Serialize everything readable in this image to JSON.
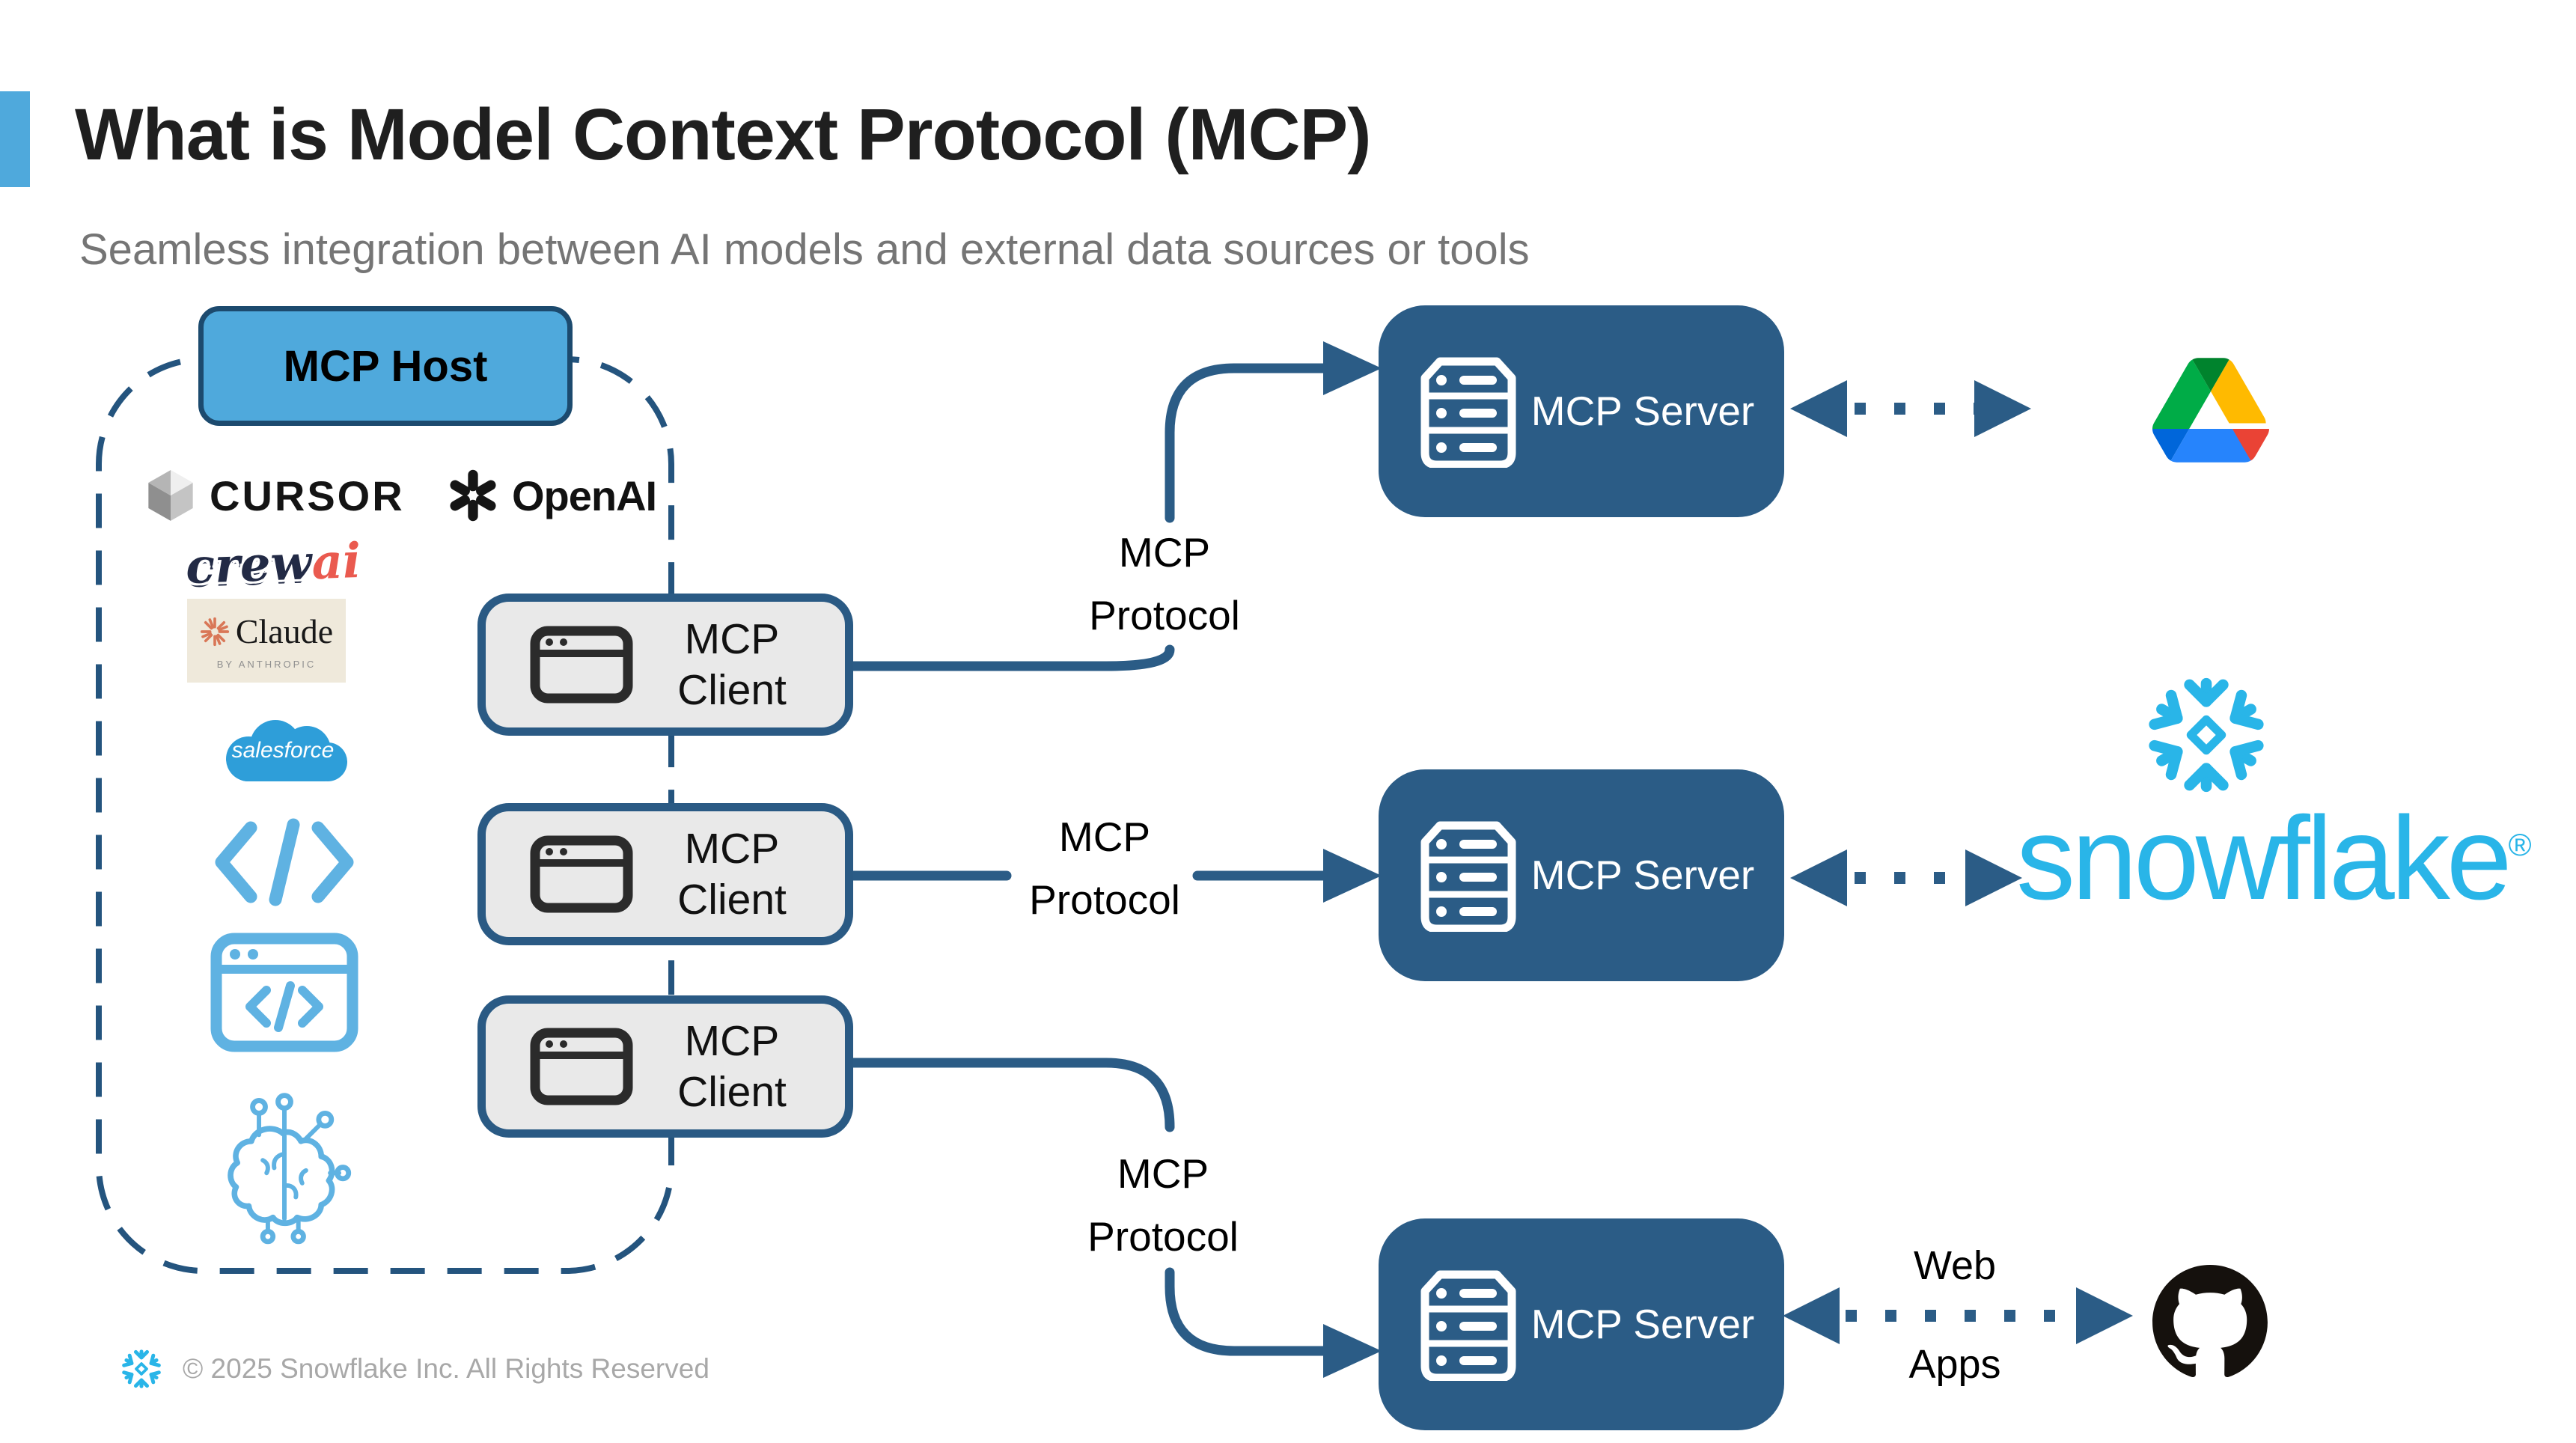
{
  "slide": {
    "title": "What is Model Context Protocol (MCP)",
    "subtitle": "Seamless integration between AI models and external data sources or tools",
    "footer_text": "© 2025 Snowflake Inc. All Rights Reserved"
  },
  "host": {
    "label": "MCP Host"
  },
  "host_logos": {
    "cursor": "CURSOR",
    "openai": "OpenAI",
    "crewai_prefix": "crew",
    "crewai_suffix": "ai",
    "claude": "Claude",
    "claude_sub": "BY ANTHROPIC",
    "salesforce": "salesforce"
  },
  "clients": [
    {
      "label": "MCP Client"
    },
    {
      "label": "MCP Client"
    },
    {
      "label": "MCP Client"
    }
  ],
  "servers": [
    {
      "label": "MCP Server"
    },
    {
      "label": "MCP Server"
    },
    {
      "label": "MCP Server"
    }
  ],
  "protocol_labels": [
    {
      "label": "MCP Protocol"
    },
    {
      "label": "MCP Protocol"
    },
    {
      "label": "MCP Protocol"
    }
  ],
  "connections": {
    "web_label_top": "Web",
    "web_label_bottom": "Apps"
  },
  "brands": {
    "snowflake_wordmark": "snowflake",
    "snowflake_reg": "®"
  },
  "colors": {
    "accent_light_blue": "#4FA9DC",
    "server_dark_blue": "#2B5C86",
    "line_blue": "#24547E",
    "client_gray": "#E9E9E9",
    "client_border": "#2A5A84",
    "snowflake_blue": "#29B5E8",
    "salesforce_blue": "#2E9ED9",
    "crewai_red": "#EA5A4F",
    "claude_beige": "#EFE9DB",
    "claude_orange": "#D97757",
    "subtitle_gray": "#757575",
    "footer_gray": "#A8A8A8"
  }
}
